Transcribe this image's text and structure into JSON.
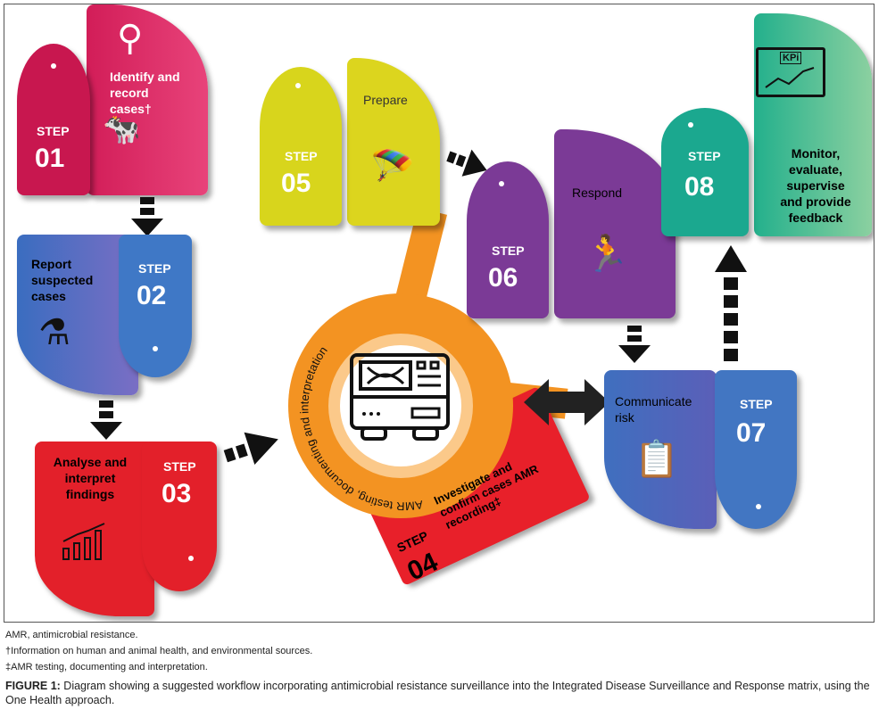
{
  "steps": [
    {
      "step": "STEP",
      "num": "01",
      "label": "Identify and record cases†",
      "color": "#c8174f"
    },
    {
      "step": "STEP",
      "num": "02",
      "label": "Report suspected cases",
      "color": "#3c6fc0"
    },
    {
      "step": "STEP",
      "num": "03",
      "label": "Analyse and interpret findings",
      "color": "#e3202a"
    },
    {
      "step": "STEP",
      "num": "04",
      "label": "Investigate and confirm cases AMR recording‡",
      "color": "#e8202a"
    },
    {
      "step": "STEP",
      "num": "05",
      "label": "Prepare",
      "color": "#d8d51c"
    },
    {
      "step": "STEP",
      "num": "06",
      "label": "Respond",
      "color": "#7b3a96"
    },
    {
      "step": "STEP",
      "num": "07",
      "label": "Communicate risk",
      "color": "#3f6fbf"
    },
    {
      "step": "STEP",
      "num": "08",
      "label": "Monitor, evaluate, supervise and provide feedback",
      "color": "#1ba88f"
    }
  ],
  "center": {
    "ring_text": "AMR testing, documenting and interpretation",
    "color": "#f39322"
  },
  "icons": {
    "kpi": "KPi"
  },
  "footnotes": [
    "AMR, antimicrobial resistance.",
    "†Information on human and animal health, and environmental sources.",
    "‡AMR testing, documenting and interpretation."
  ],
  "caption": {
    "label": "FIGURE 1:",
    "text": " Diagram showing a suggested workflow incorporating antimicrobial resistance surveillance into the Integrated Disease Surveillance and Response  matrix, using the One Health approach."
  }
}
